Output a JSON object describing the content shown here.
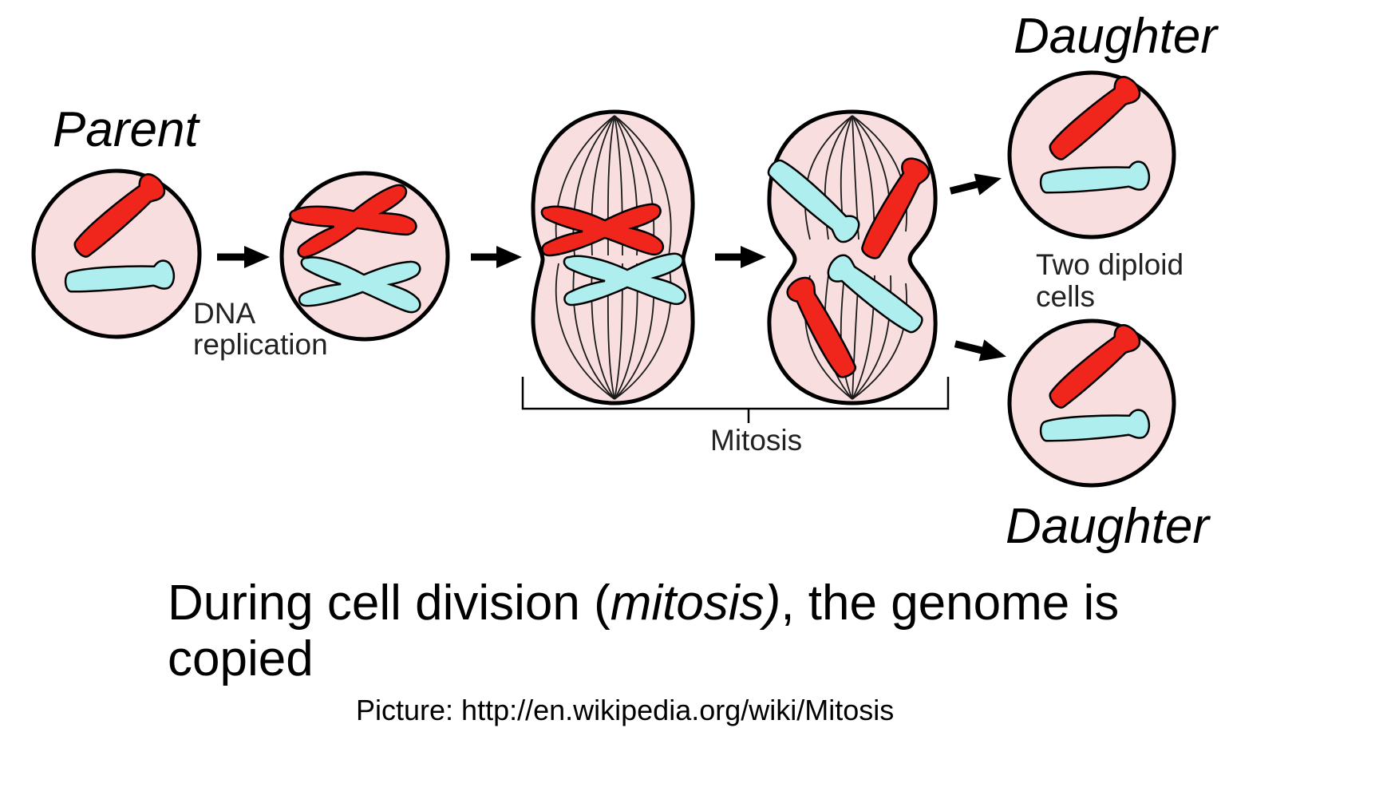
{
  "labels": {
    "parent": "Parent",
    "daughter_top": "Daughter",
    "daughter_bottom": "Daughter",
    "dna_replication_line1": "DNA",
    "dna_replication_line2": "replication",
    "two_diploid_line1": "Two diploid",
    "two_diploid_line2": "cells",
    "mitosis": "Mitosis"
  },
  "caption": {
    "part1": "During cell division (",
    "italic": "mitosis)",
    "part2": ", the genome is",
    "line2": "copied"
  },
  "source": "Picture: http://en.wikipedia.org/wiki/Mitosis",
  "colors": {
    "cell_fill": "#f8dede",
    "red_chromosome": "#f0261c",
    "blue_chromosome": "#aeeeef",
    "outline": "#000000"
  }
}
